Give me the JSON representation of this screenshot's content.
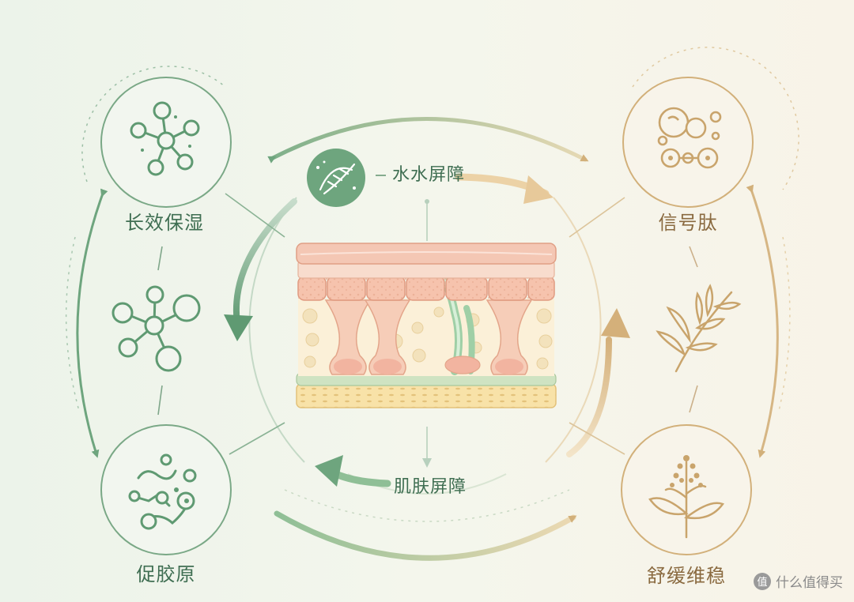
{
  "nodes": {
    "long_moisture": "长效保湿",
    "collagen": "促胶原",
    "signal_peptide": "信号肽",
    "soothing": "舒缓维稳"
  },
  "barriers": {
    "water_barrier": "水水屏障",
    "skin_barrier": "肌肤屏障"
  },
  "watermark": {
    "badge": "值",
    "text": "什么值得买"
  },
  "colors": {
    "green": "#5f9a72",
    "gold": "#c9a46c",
    "skin": "#f0b9a2"
  }
}
